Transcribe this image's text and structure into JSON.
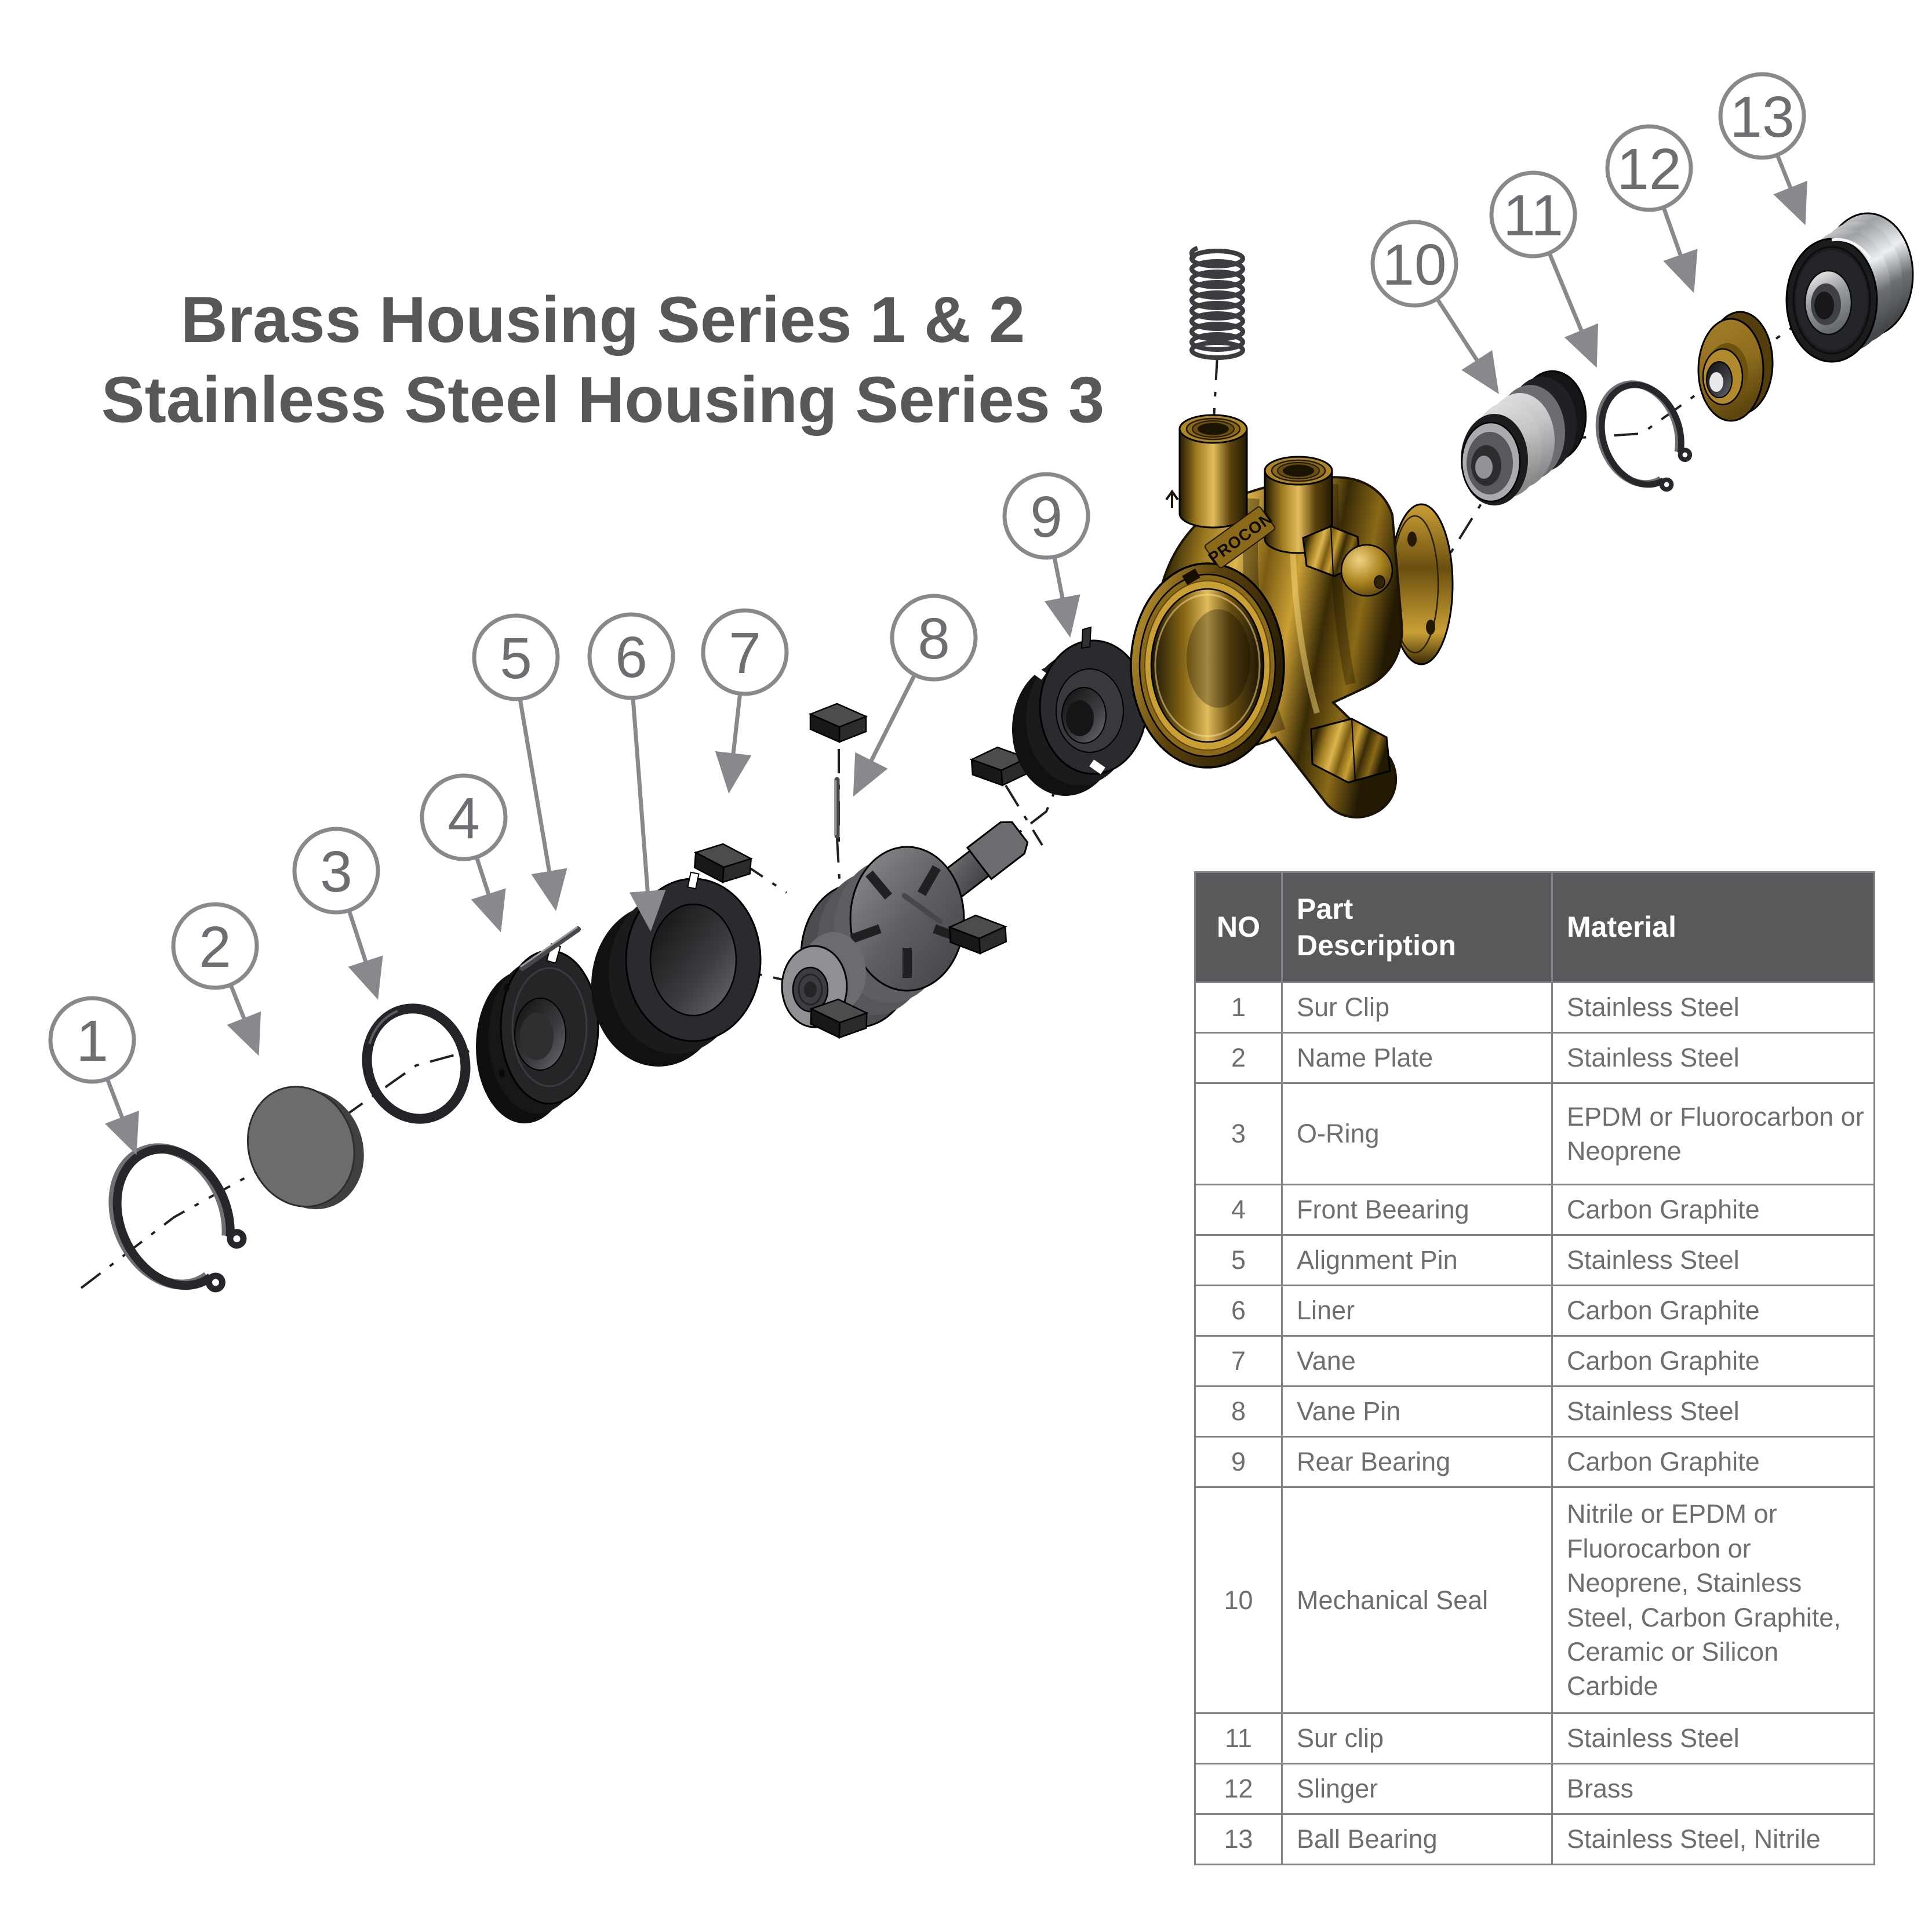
{
  "title": {
    "line1": "Brass Housing Series 1 & 2",
    "line2": "Stainless Steel Housing Series 3"
  },
  "diagram": {
    "brand_label": "PROCON",
    "part_names": {
      "p1": "Sur Clip (retaining ring)",
      "p2": "Name Plate disc",
      "p3": "O-Ring",
      "p4": "Front Bearing",
      "p5": "Alignment Pin",
      "p6": "Liner ring",
      "p7": "Vanes",
      "p8": "Vane Pin",
      "p9": "Rear Bearing",
      "housing": "Brass pump housing with spring",
      "p10": "Mechanical Seal",
      "p11": "Sur clip (retaining ring)",
      "p12": "Slinger washer",
      "p13": "Ball Bearing"
    }
  },
  "callouts": [
    {
      "label": "1"
    },
    {
      "label": "2"
    },
    {
      "label": "3"
    },
    {
      "label": "4"
    },
    {
      "label": "5"
    },
    {
      "label": "6"
    },
    {
      "label": "7"
    },
    {
      "label": "8"
    },
    {
      "label": "9"
    },
    {
      "label": "10"
    },
    {
      "label": "11"
    },
    {
      "label": "12"
    },
    {
      "label": "13"
    }
  ],
  "table": {
    "headers": {
      "no": "NO",
      "part": "Part\nDescription",
      "material": "Material"
    },
    "rows": [
      {
        "no": "1",
        "part": "Sur Clip",
        "material": "Stainless Steel"
      },
      {
        "no": "2",
        "part": "Name Plate",
        "material": "Stainless Steel"
      },
      {
        "no": "3",
        "part": "O-Ring",
        "material": "EPDM or Fluorocarbon or Neoprene"
      },
      {
        "no": "4",
        "part": "Front Beearing",
        "material": "Carbon Graphite"
      },
      {
        "no": "5",
        "part": "Alignment Pin",
        "material": "Stainless Steel"
      },
      {
        "no": "6",
        "part": "Liner",
        "material": "Carbon Graphite"
      },
      {
        "no": "7",
        "part": "Vane",
        "material": "Carbon Graphite"
      },
      {
        "no": "8",
        "part": "Vane Pin",
        "material": "Stainless Steel"
      },
      {
        "no": "9",
        "part": "Rear Bearing",
        "material": "Carbon Graphite"
      },
      {
        "no": "10",
        "part": "Mechanical Seal",
        "material": "Nitrile or EPDM or Fluorocarbon or Neoprene,  Stainless Steel, Carbon Graphite, Ceramic or Silicon Carbide"
      },
      {
        "no": "11",
        "part": "Sur clip",
        "material": "Stainless Steel"
      },
      {
        "no": "12",
        "part": "Slinger",
        "material": "Brass"
      },
      {
        "no": "13",
        "part": "Ball Bearing",
        "material": "Stainless Steel, Nitrile"
      }
    ]
  },
  "colors": {
    "callout_stroke": "#87898c",
    "text_gray": "#6d6e71",
    "title_gray": "#57585a",
    "table_header_bg": "#58595b",
    "table_border": "#808285",
    "centerline": "#232021",
    "brass": "#a07c22",
    "dark_part": "#242527"
  }
}
